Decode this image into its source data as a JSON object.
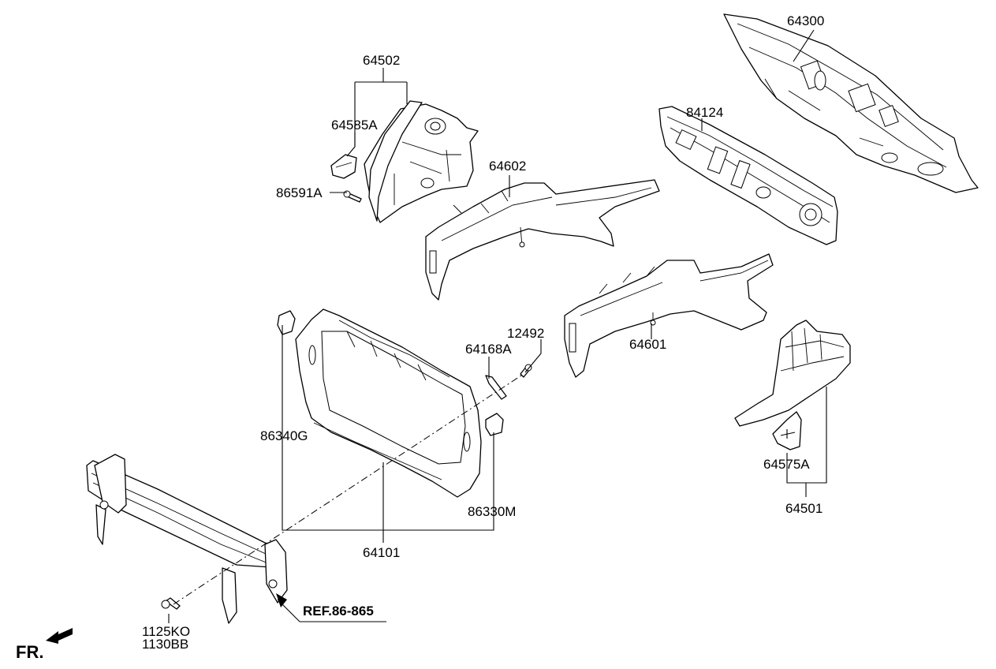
{
  "labels": {
    "p64300": "64300",
    "p64502": "64502",
    "p64585A": "64585A",
    "p86591A": "86591A",
    "p84124": "84124",
    "p64602": "64602",
    "p12492": "12492",
    "p64168A": "64168A",
    "p64601": "64601",
    "p86340G": "86340G",
    "p86330M": "86330M",
    "p64101": "64101",
    "p64575A": "64575A",
    "p64501": "64501",
    "p1125KO": "1125KO",
    "p1130BB": "1130BB"
  },
  "reference": "REF.86-865",
  "direction": "FR."
}
